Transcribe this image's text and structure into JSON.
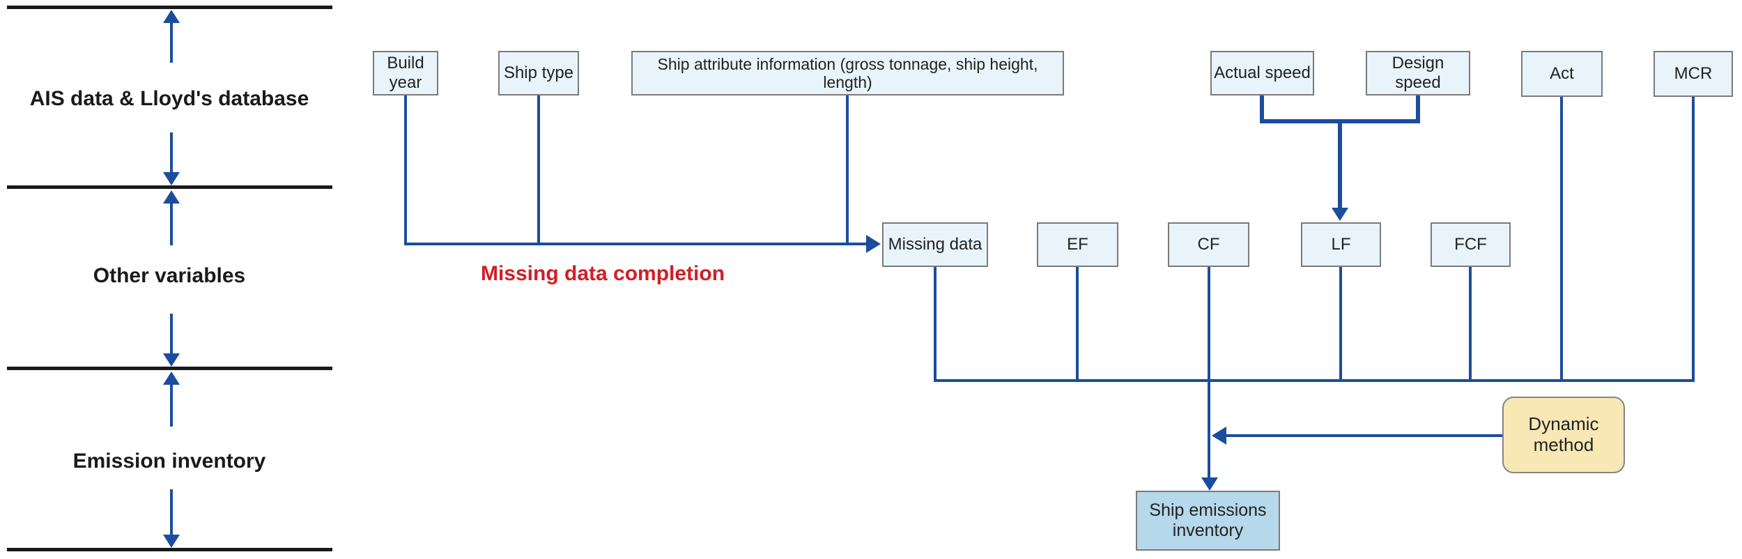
{
  "colors": {
    "line_blue": "#1b4d9e",
    "box_fill": "#e8f4f9",
    "box_border": "#7a7a7a",
    "result_fill": "#b5d8ea",
    "method_fill": "#f8e8b6",
    "method_border": "#858585",
    "red": "#d21e25",
    "ink": "#1a1a1a"
  },
  "left_panel": {
    "sections": [
      {
        "label": "AIS data & Lloyd's database"
      },
      {
        "label": "Other variables"
      },
      {
        "label": "Emission inventory"
      }
    ]
  },
  "flowchart": {
    "top_row": {
      "build_year": "Build year",
      "ship_type": "Ship type",
      "ship_attribute": "Ship attribute information (gross tonnage, ship height, length)",
      "actual_speed": "Actual speed",
      "design_speed": "Design speed",
      "act": "Act",
      "mcr": "MCR"
    },
    "factor_row": {
      "missing_data": "Missing data",
      "ef": "EF",
      "cf": "CF",
      "lf": "LF",
      "fcf": "FCF"
    },
    "result_box": "Ship emissions inventory",
    "method_box": "Dynamic method",
    "annotation": "Missing data completion"
  }
}
